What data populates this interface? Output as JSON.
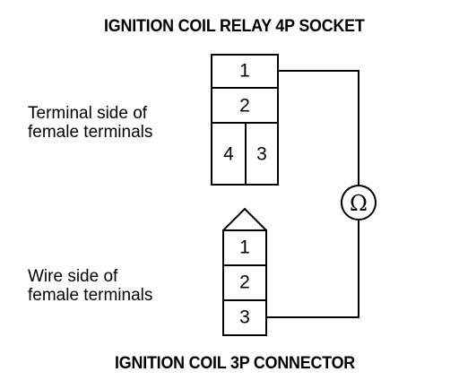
{
  "titles": {
    "top": "IGNITION COIL RELAY 4P SOCKET",
    "bottom": "IGNITION COIL 3P CONNECTOR"
  },
  "labels": {
    "terminal_side": [
      "Terminal side of",
      "female terminals"
    ],
    "wire_side": [
      "Wire side of",
      "female terminals"
    ]
  },
  "relay_socket": {
    "terminals": [
      "1",
      "2",
      "4",
      "3"
    ]
  },
  "coil_connector": {
    "terminals": [
      "1",
      "2",
      "3"
    ]
  },
  "meter": {
    "symbol": "Ω",
    "icon": "ohmmeter-icon"
  }
}
